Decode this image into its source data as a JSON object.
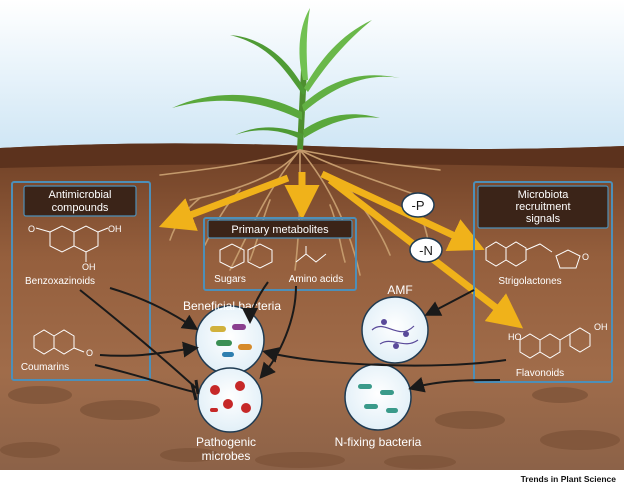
{
  "boxes": {
    "antimicrobial": {
      "title_line1": "Antimicrobial",
      "title_line2": "compounds"
    },
    "primary": {
      "title": "Primary metabolites"
    },
    "microbiota": {
      "title_line1": "Microbiota",
      "title_line2": "recruitment",
      "title_line3": "signals"
    }
  },
  "compounds": {
    "benzoxazinoids": "Benzoxazinoids",
    "coumarins": "Coumarins",
    "sugars": "Sugars",
    "amino_acids": "Amino acids",
    "strigolactones": "Strigolactones",
    "flavonoids": "Flavonoids"
  },
  "microbes": {
    "beneficial": "Beneficial bacteria",
    "amf": "AMF",
    "pathogenic_line1": "Pathogenic",
    "pathogenic_line2": "microbes",
    "nfixing": "N-fixing bacteria"
  },
  "nutrients": {
    "minus_p": "-P",
    "minus_n": "-N"
  },
  "credit": "Trends in Plant Science",
  "colors": {
    "sky": "#d9ecf8",
    "soil_top": "#7a4a2e",
    "soil_bottom": "#a87452",
    "box_border": "#4d8fb8",
    "box_header": "#3b2418",
    "arrow_yellow": "#f0b21a",
    "leaf": "#5aa83c"
  }
}
